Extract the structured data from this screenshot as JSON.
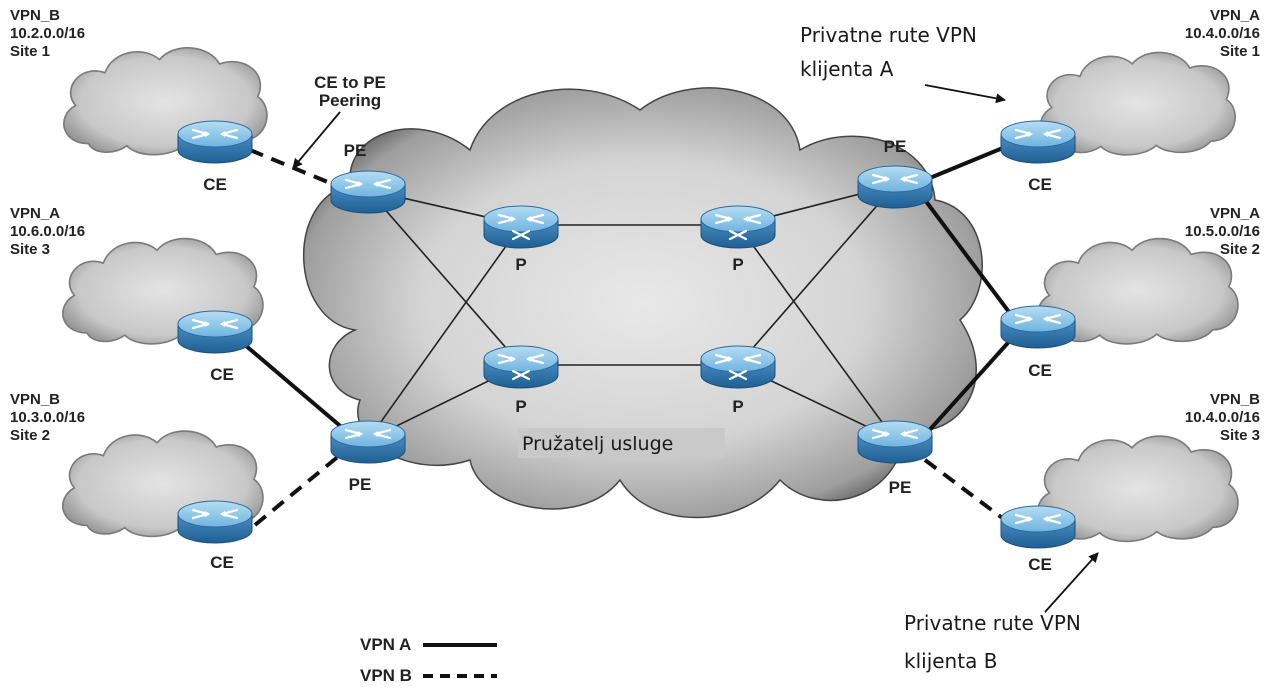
{
  "routers": {
    "ce": "CE",
    "pe": "PE",
    "p": "P"
  },
  "sites": {
    "left_top": {
      "name": "VPN_B",
      "subnet": "10.2.0.0/16",
      "site": "Site 1"
    },
    "left_mid": {
      "name": "VPN_A",
      "subnet": "10.6.0.0/16",
      "site": "Site 3"
    },
    "left_bottom": {
      "name": "VPN_B",
      "subnet": "10.3.0.0/16",
      "site": "Site 2"
    },
    "right_top": {
      "name": "VPN_A",
      "subnet": "10.4.0.0/16",
      "site": "Site 1"
    },
    "right_mid": {
      "name": "VPN_A",
      "subnet": "10.5.0.0/16",
      "site": "Site 2"
    },
    "right_bottom": {
      "name": "VPN_B",
      "subnet": "10.4.0.0/16",
      "site": "Site 3"
    }
  },
  "annotations": {
    "peering_line1": "CE to PE",
    "peering_line2": "Peering",
    "routes_a_line1": "Privatne rute VPN",
    "routes_a_line2": "klijenta A",
    "routes_b_line1": "Privatne rute VPN",
    "routes_b_line2": "klijenta B"
  },
  "provider": {
    "label": "Pružatelj usluge"
  },
  "legend": {
    "vpn_a": "VPN A",
    "vpn_b": "VPN B"
  },
  "colors": {
    "router_top": "#b6ddf3",
    "router_side": "#1f5f93",
    "cloud": "#d4d4d4",
    "label_bg": "#c9c9c9"
  },
  "icons": {
    "router": "router-icon",
    "core_router": "core-router-icon",
    "cloud": "cloud-shape"
  }
}
